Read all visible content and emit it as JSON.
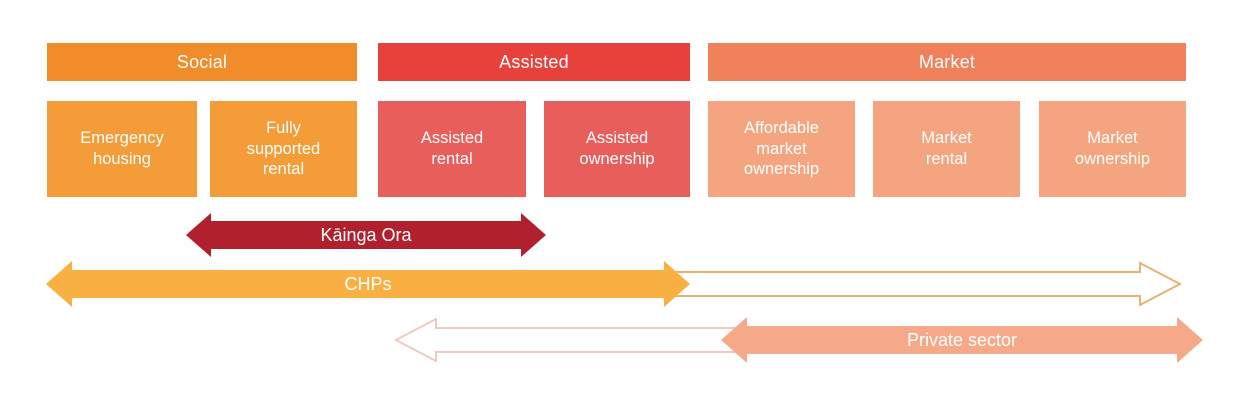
{
  "continuum": {
    "groups": [
      {
        "label": "Social",
        "header_color": "#f08c2a",
        "box_color": "#f49c38"
      },
      {
        "label": "Assisted",
        "header_color": "#e8413c",
        "box_color": "#e85e5b"
      },
      {
        "label": "Market",
        "header_color": "#f0815b",
        "box_color": "#f4a57f"
      }
    ],
    "boxes": [
      {
        "label": "Emergency\nhousing",
        "group": "Social"
      },
      {
        "label": "Fully\nsupported\nrental",
        "group": "Social"
      },
      {
        "label": "Assisted\nrental",
        "group": "Assisted"
      },
      {
        "label": "Assisted\nownership",
        "group": "Assisted"
      },
      {
        "label": "Affordable\nmarket\nownership",
        "group": "Market"
      },
      {
        "label": "Market\nrental",
        "group": "Market"
      },
      {
        "label": "Market\nownership",
        "group": "Market"
      }
    ],
    "arrows": [
      {
        "label": "Kāinga Ora",
        "color": "#b1202d",
        "style": "solid double-headed"
      },
      {
        "label": "CHPs",
        "color": "#f9b042",
        "outline_color": "#e8b273",
        "style": "solid double-headed with outlined continuation to the right"
      },
      {
        "label": "Private sector",
        "color": "#f6a988",
        "outline_color": "#f0cac0",
        "style": "solid double-headed with outlined continuation to the left"
      }
    ]
  }
}
